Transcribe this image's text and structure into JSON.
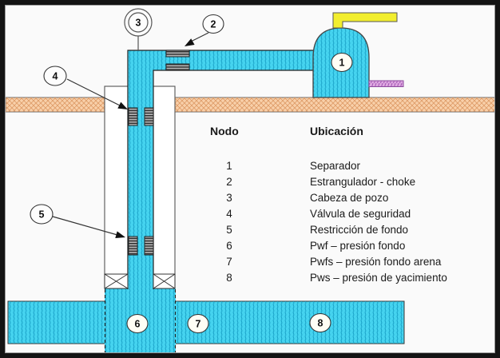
{
  "legend": {
    "col_node": "Nodo",
    "col_location": "Ubicación",
    "rows": [
      {
        "node": "1",
        "location": "Separador"
      },
      {
        "node": "2",
        "location": "Estrangulador - choke"
      },
      {
        "node": "3",
        "location": "Cabeza de pozo"
      },
      {
        "node": "4",
        "location": "Válvula de seguridad"
      },
      {
        "node": "5",
        "location": "Restricción de fondo"
      },
      {
        "node": "6",
        "location": "Pwf – presión fondo"
      },
      {
        "node": "7",
        "location": "Pwfs – presión fondo arena"
      },
      {
        "node": "8",
        "location": "Pws – presión de yacimiento"
      }
    ]
  },
  "nodes": {
    "separator": "1",
    "choke": "2",
    "wellhead": "3",
    "safety_valve": "4",
    "bottom_restriction": "5",
    "pwf": "6",
    "pwfs": "7",
    "pws": "8"
  },
  "colors": {
    "fluid_cyan": "#45d3ef",
    "ground_tan": "#f8d0aa",
    "gas_line_yellow": "#f2ee2e",
    "liquid_line_purple": "#dda6e0"
  }
}
